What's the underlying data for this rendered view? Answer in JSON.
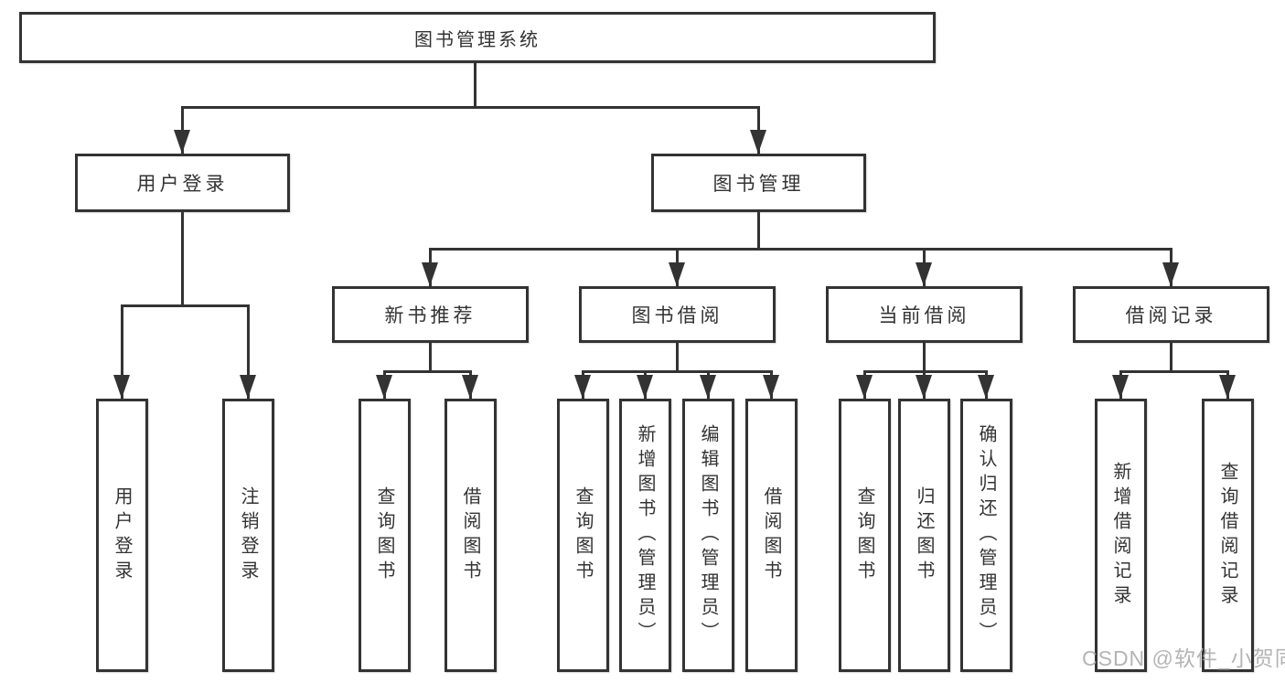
{
  "colors": {
    "line": "#333333",
    "node_border": "#333333",
    "node_text": "#333333",
    "background": "#ffffff",
    "watermark": "#acacac"
  },
  "nodes": {
    "root": {
      "label": "图书管理系统"
    },
    "level1": [
      {
        "label": "用户登录"
      },
      {
        "label": "图书管理"
      }
    ],
    "user_login_children": [
      {
        "label": "用户登录"
      },
      {
        "label": "注销登录"
      }
    ],
    "level2": [
      {
        "label": "新书推荐"
      },
      {
        "label": "图书借阅"
      },
      {
        "label": "当前借阅"
      },
      {
        "label": "借阅记录"
      }
    ],
    "new_book_children": [
      {
        "label": "查询图书"
      },
      {
        "label": "借阅图书"
      }
    ],
    "book_borrow_children": [
      {
        "label": "查询图书"
      },
      {
        "label": "新增图书（管理员）"
      },
      {
        "label": "编辑图书（管理员）"
      },
      {
        "label": "借阅图书"
      }
    ],
    "current_borrow_children": [
      {
        "label": "查询图书"
      },
      {
        "label": "归还图书"
      },
      {
        "label": "确认归还（管理员）"
      }
    ],
    "borrow_record_children": [
      {
        "label": "新增借阅记录"
      },
      {
        "label": "查询借阅记录"
      }
    ]
  },
  "watermark": {
    "text": "CSDN @软件_小贺同学"
  }
}
